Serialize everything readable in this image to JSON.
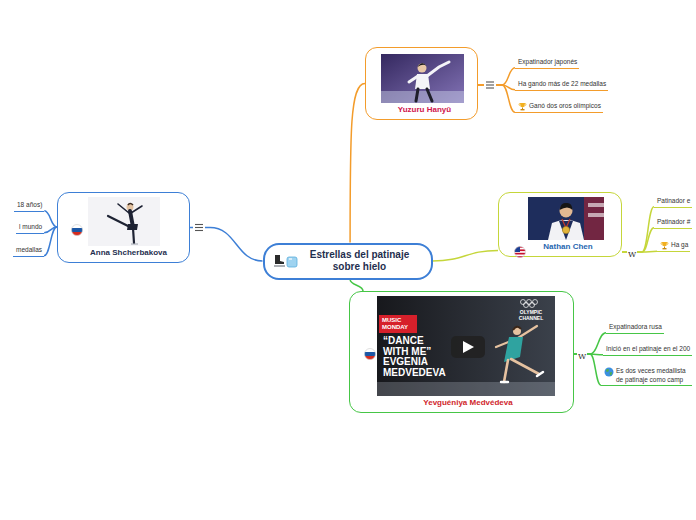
{
  "diagram": {
    "nodes": [
      {
        "text": [
          "Estrellas del patinaje sobre hielo"
        ]
      },
      {
        "text": [
          "Yuzuru Hanyū"
        ]
      },
      {
        "text": [
          "Expatinador japonés"
        ]
      },
      {
        "text": [
          "Ha gando más de 22 medallas"
        ]
      },
      {
        "text": [
          "Ganó dos oros olímpicos"
        ]
      },
      {
        "text": [
          "Anna Shcherbakova"
        ]
      },
      {
        "text": [
          "18 años)"
        ]
      },
      {
        "text": [
          "l mundo"
        ]
      },
      {
        "text": [
          "medallas"
        ]
      },
      {
        "text": [
          "Nathan Chen"
        ]
      },
      {
        "text": [
          "Patinador e"
        ]
      },
      {
        "text": [
          "Patinador #"
        ]
      },
      {
        "text": [
          "Ha ga"
        ]
      },
      {
        "text": [
          "Yevguéniya Medvédeva"
        ]
      },
      {
        "text": [
          "Expatinadora rusa"
        ]
      },
      {
        "text": [
          "Inició en el patinaje en el 200"
        ]
      },
      {
        "text": [
          "Es dos veces medallista de patinaje como camp"
        ]
      }
    ],
    "edges": [
      {
        "from": 0,
        "to": 1,
        "arrow": "none"
      },
      {
        "from": 1,
        "to": 2,
        "arrow": "none"
      },
      {
        "from": 1,
        "to": 3,
        "arrow": "none"
      },
      {
        "from": 1,
        "to": 4,
        "arrow": "none"
      },
      {
        "from": 0,
        "to": 5,
        "arrow": "none"
      },
      {
        "from": 5,
        "to": 6,
        "arrow": "none"
      },
      {
        "from": 5,
        "to": 7,
        "arrow": "none"
      },
      {
        "from": 5,
        "to": 8,
        "arrow": "none"
      },
      {
        "from": 0,
        "to": 9,
        "arrow": "none"
      },
      {
        "from": 9,
        "to": 10,
        "arrow": "none"
      },
      {
        "from": 9,
        "to": 11,
        "arrow": "none"
      },
      {
        "from": 9,
        "to": 12,
        "arrow": "none"
      },
      {
        "from": 0,
        "to": 13,
        "arrow": "none"
      },
      {
        "from": 13,
        "to": 14,
        "arrow": "none"
      },
      {
        "from": 13,
        "to": 15,
        "arrow": "none"
      },
      {
        "from": 13,
        "to": 16,
        "arrow": "none"
      }
    ],
    "labels": [
      "MUSIC MONDAY",
      "“DANCE WITH ME” EVGENIA MEDVEDEVA",
      "OLYMPIC CHANNEL",
      "W",
      "W"
    ]
  }
}
